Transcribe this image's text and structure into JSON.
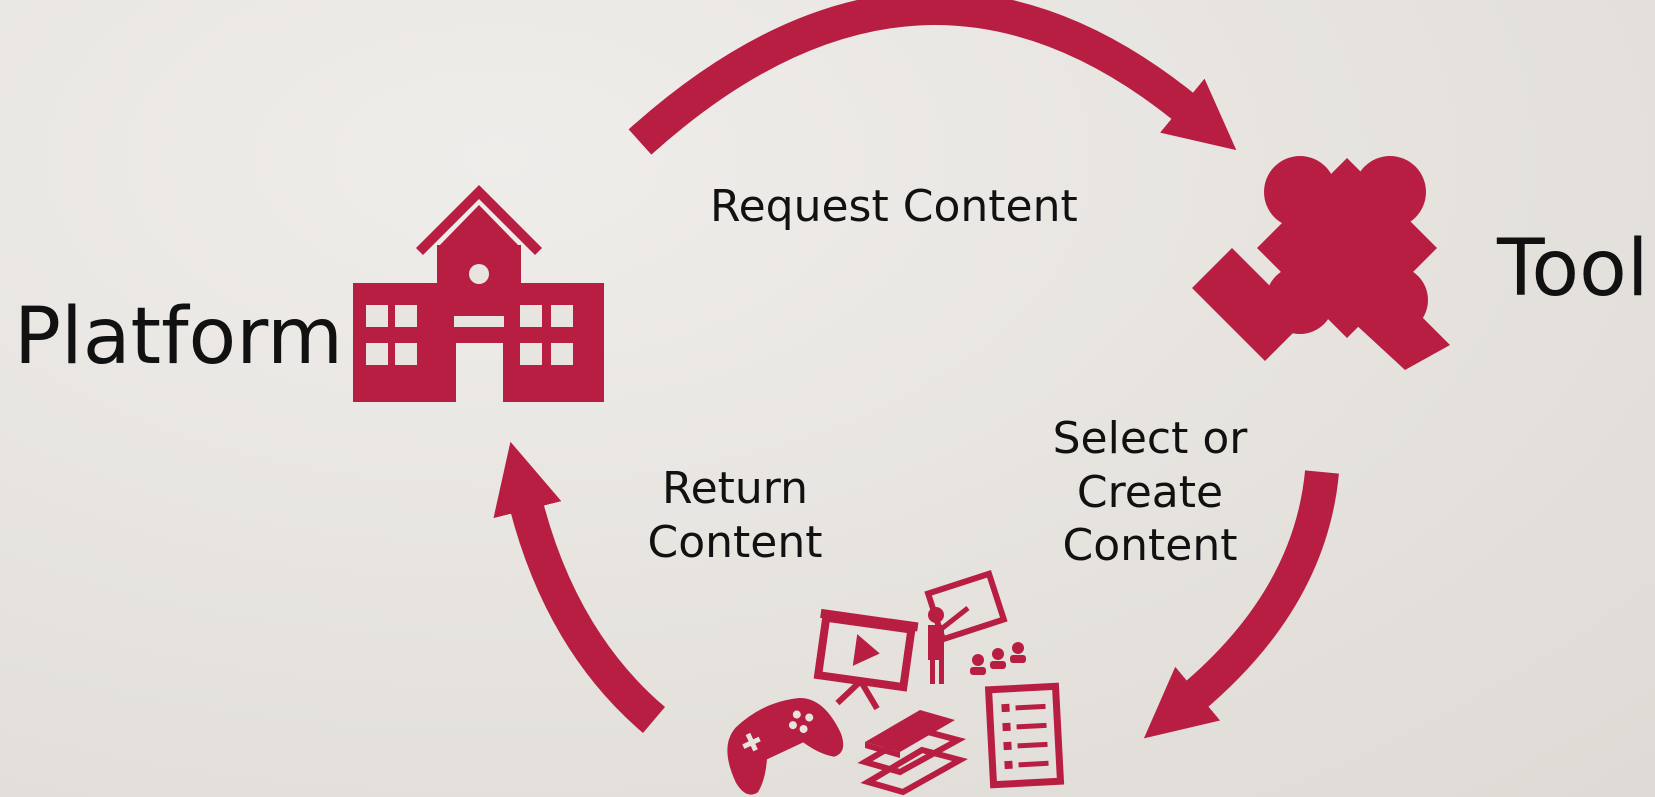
{
  "labels": {
    "platform": "Platform",
    "tool": "Tool",
    "request_content": "Request Content",
    "return_content": [
      "Return",
      "Content"
    ],
    "select_create_content": [
      "Select or",
      "Create",
      "Content"
    ]
  },
  "icons": {
    "platform": "school-building-icon",
    "tool": "puzzle-piece-icon",
    "content": [
      "video-presentation-icon",
      "teacher-board-icon",
      "game-controller-icon",
      "books-stack-icon",
      "checklist-document-icon"
    ]
  },
  "colors": {
    "accent": "#b81e42",
    "text": "#111111",
    "background": "#e7e4e0"
  }
}
